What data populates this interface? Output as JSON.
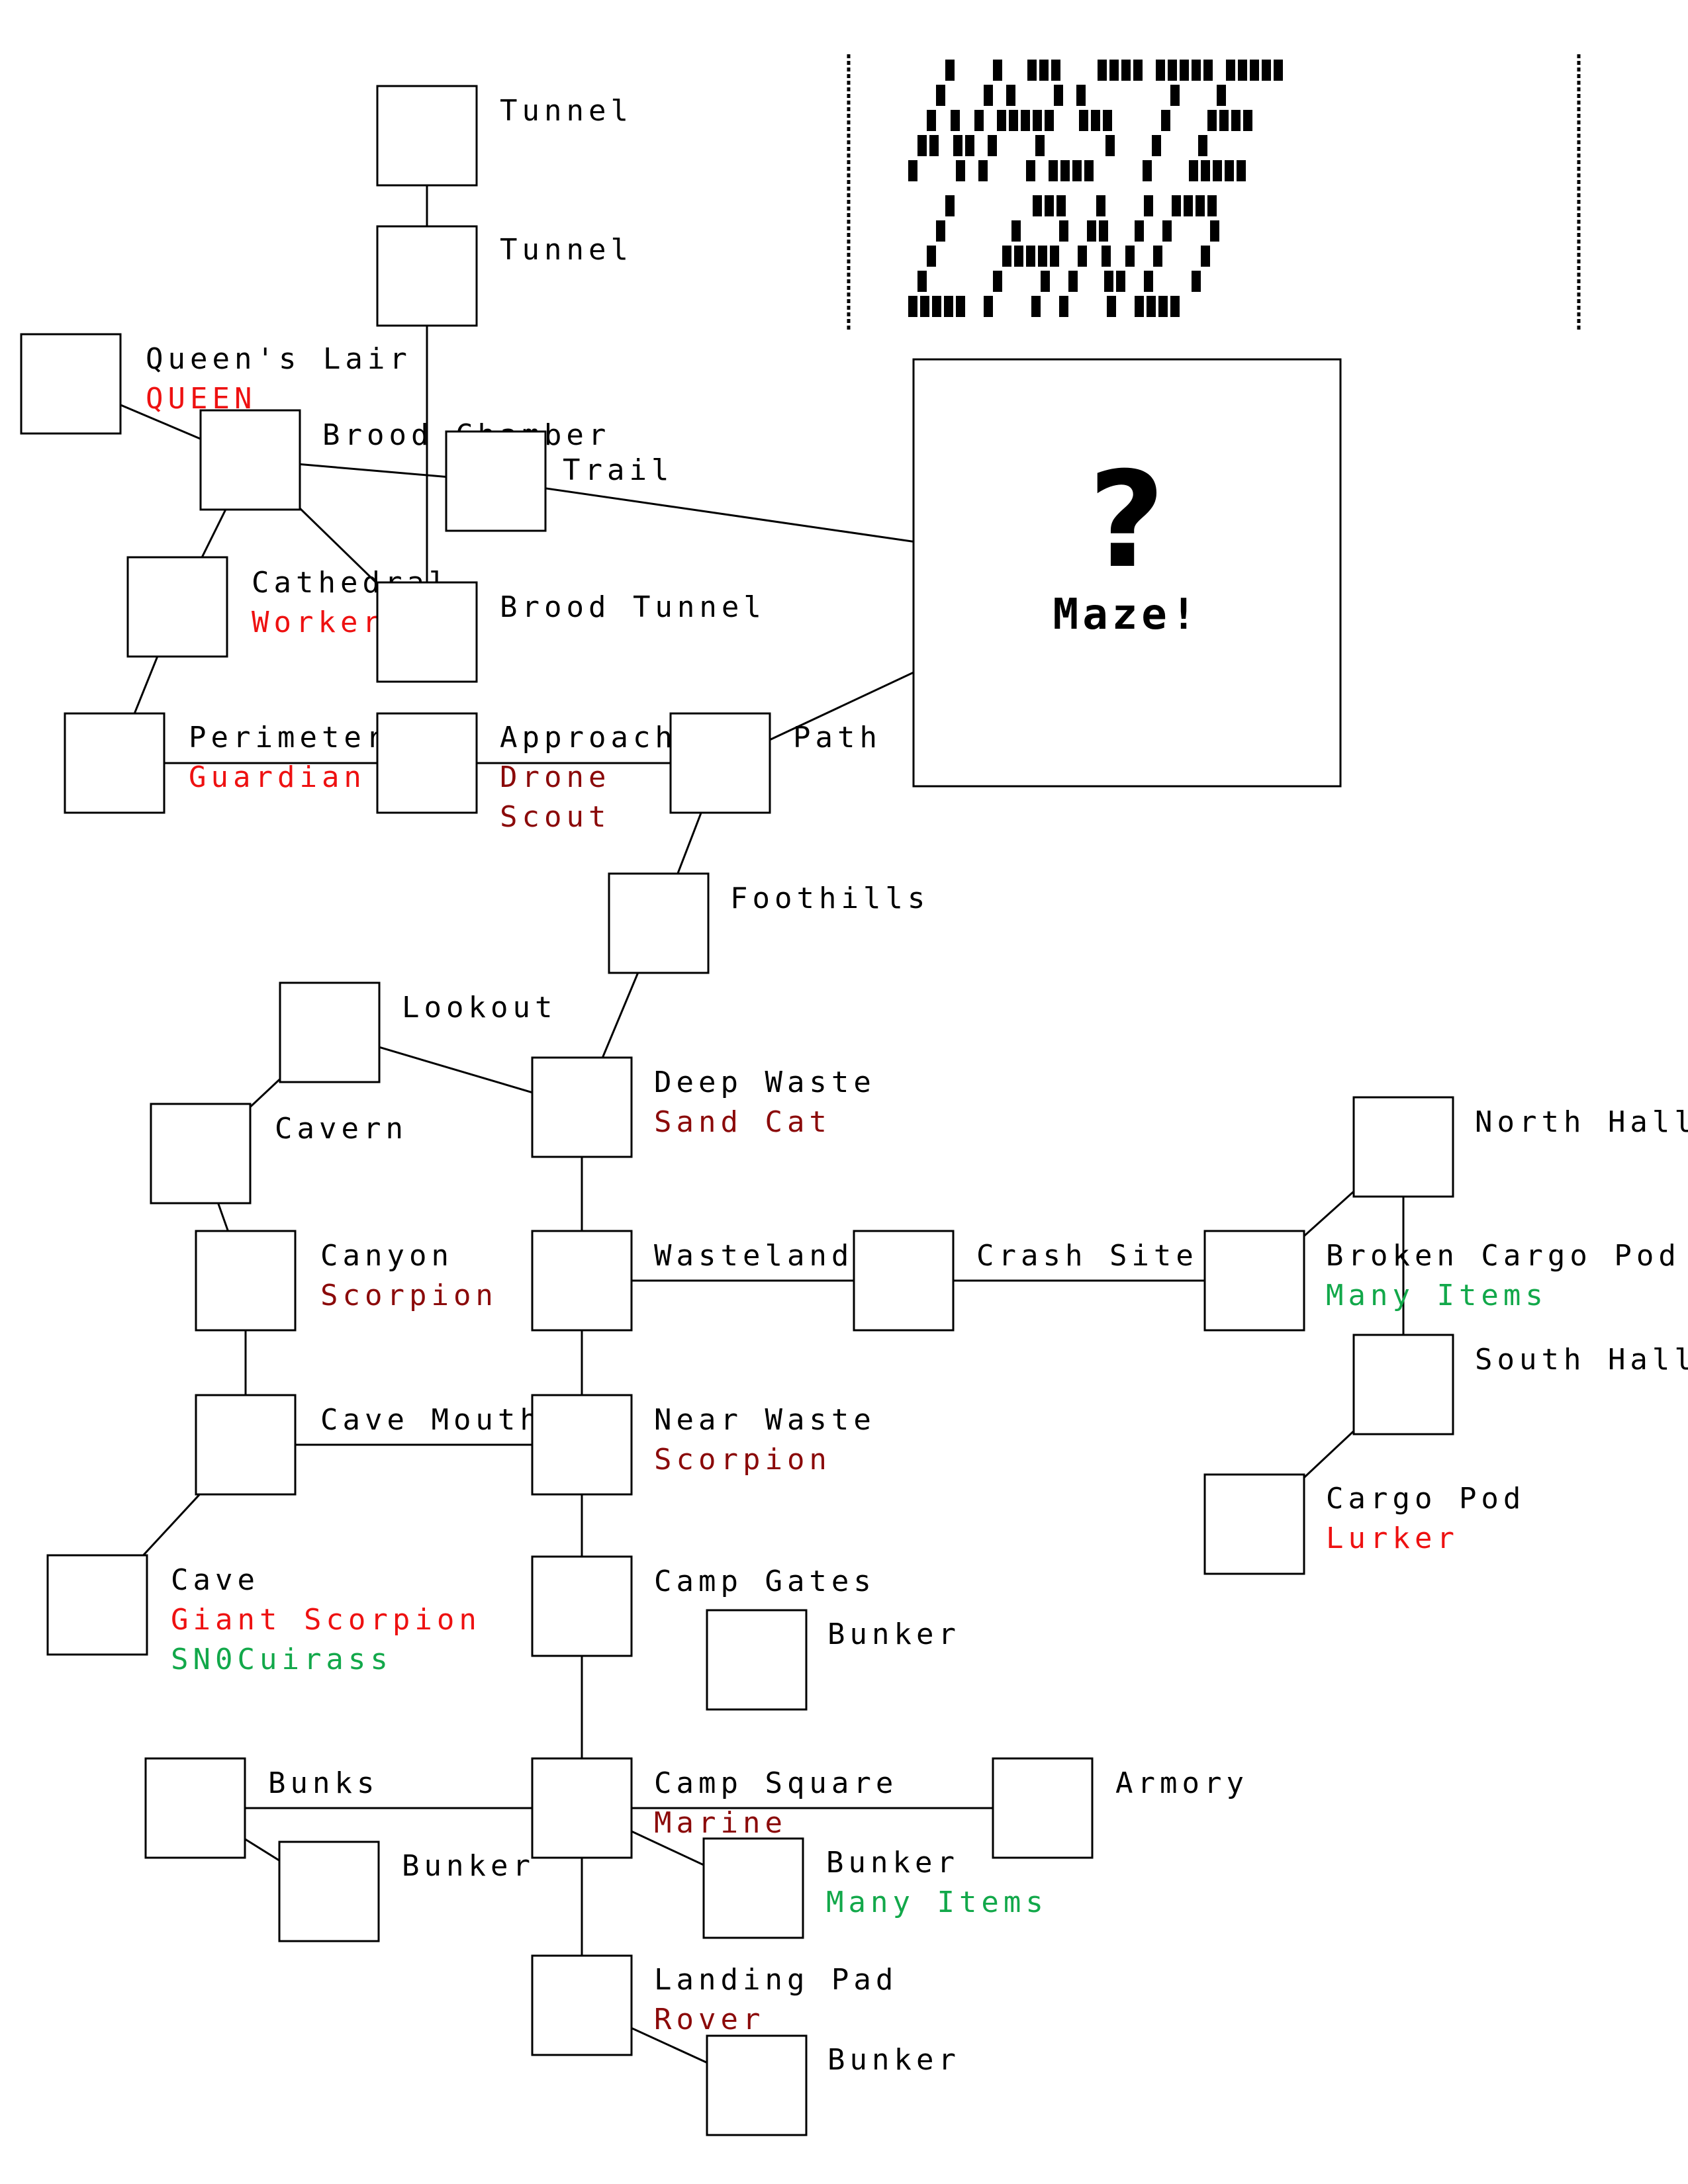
{
  "maze": {
    "label": "Maze!",
    "mark": "?"
  },
  "logo": {
    "alt": "WASTELAND"
  },
  "colors": {
    "text": "#000000",
    "enemy": "#ee1111",
    "npc": "#8b0a0a",
    "item": "#12a84a"
  },
  "rooms": [
    {
      "id": "tunnel-1",
      "name": "Tunnel",
      "extras": []
    },
    {
      "id": "tunnel-2",
      "name": "Tunnel",
      "extras": []
    },
    {
      "id": "queens-lair",
      "name": "Queen's Lair",
      "extras": [
        {
          "text": "QUEEN",
          "kind": "enemy"
        }
      ]
    },
    {
      "id": "brood-chamber",
      "name": "Brood Chamber",
      "extras": []
    },
    {
      "id": "trail",
      "name": "Trail",
      "extras": []
    },
    {
      "id": "cathedral",
      "name": "Cathedral",
      "extras": [
        {
          "text": "Worker",
          "kind": "enemy"
        }
      ]
    },
    {
      "id": "brood-tunnel",
      "name": "Brood Tunnel",
      "extras": []
    },
    {
      "id": "perimeter",
      "name": "Perimeter",
      "extras": [
        {
          "text": "Guardian",
          "kind": "enemy"
        }
      ]
    },
    {
      "id": "approach",
      "name": "Approach",
      "extras": [
        {
          "text": "Drone",
          "kind": "dark"
        },
        {
          "text": "Scout",
          "kind": "dark"
        }
      ]
    },
    {
      "id": "path",
      "name": "Path",
      "extras": []
    },
    {
      "id": "foothills",
      "name": "Foothills",
      "extras": []
    },
    {
      "id": "lookout",
      "name": "Lookout",
      "extras": []
    },
    {
      "id": "cavern",
      "name": "Cavern",
      "extras": []
    },
    {
      "id": "deep-waste",
      "name": "Deep Waste",
      "extras": [
        {
          "text": "Sand Cat",
          "kind": "dark"
        }
      ]
    },
    {
      "id": "canyon",
      "name": "Canyon",
      "extras": [
        {
          "text": "Scorpion",
          "kind": "dark"
        }
      ]
    },
    {
      "id": "wasteland",
      "name": "Wasteland",
      "extras": []
    },
    {
      "id": "crash-site",
      "name": "Crash Site",
      "extras": []
    },
    {
      "id": "broken-cargo-pod",
      "name": "Broken Cargo Pod",
      "extras": [
        {
          "text": "Many Items",
          "kind": "item"
        }
      ]
    },
    {
      "id": "north-hall",
      "name": "North Hall",
      "extras": []
    },
    {
      "id": "south-hall",
      "name": "South Hall",
      "extras": []
    },
    {
      "id": "cargo-pod",
      "name": "Cargo Pod",
      "extras": [
        {
          "text": "Lurker",
          "kind": "enemy"
        }
      ]
    },
    {
      "id": "cave-mouth",
      "name": "Cave Mouth",
      "extras": []
    },
    {
      "id": "near-waste",
      "name": "Near Waste",
      "extras": [
        {
          "text": "Scorpion",
          "kind": "dark"
        }
      ]
    },
    {
      "id": "cave",
      "name": "Cave",
      "extras": [
        {
          "text": "Giant Scorpion",
          "kind": "enemy"
        },
        {
          "text": "SN0Cuirass",
          "kind": "item"
        }
      ]
    },
    {
      "id": "camp-gates",
      "name": "Camp Gates",
      "extras": []
    },
    {
      "id": "bunker-gates",
      "name": "Bunker",
      "extras": []
    },
    {
      "id": "bunks",
      "name": "Bunks",
      "extras": []
    },
    {
      "id": "bunker-bunks",
      "name": "Bunker",
      "extras": []
    },
    {
      "id": "camp-square",
      "name": "Camp Square",
      "extras": [
        {
          "text": "Marine",
          "kind": "dark"
        }
      ]
    },
    {
      "id": "armory",
      "name": "Armory",
      "extras": []
    },
    {
      "id": "bunker-items",
      "name": "Bunker",
      "extras": [
        {
          "text": "Many Items",
          "kind": "item"
        }
      ]
    },
    {
      "id": "landing-pad",
      "name": "Landing Pad",
      "extras": [
        {
          "text": "Rover",
          "kind": "dark"
        }
      ]
    },
    {
      "id": "bunker-pad",
      "name": "Bunker",
      "extras": []
    }
  ],
  "connections": [
    [
      "tunnel-1",
      "tunnel-2"
    ],
    [
      "tunnel-2",
      "brood-tunnel"
    ],
    [
      "queens-lair",
      "brood-chamber"
    ],
    [
      "brood-chamber",
      "trail"
    ],
    [
      "brood-chamber",
      "cathedral"
    ],
    [
      "brood-chamber",
      "brood-tunnel"
    ],
    [
      "trail",
      "maze"
    ],
    [
      "cathedral",
      "perimeter"
    ],
    [
      "perimeter",
      "approach"
    ],
    [
      "approach",
      "path"
    ],
    [
      "path",
      "maze"
    ],
    [
      "path",
      "foothills"
    ],
    [
      "foothills",
      "deep-waste"
    ],
    [
      "lookout",
      "deep-waste"
    ],
    [
      "lookout",
      "cavern"
    ],
    [
      "cavern",
      "canyon"
    ],
    [
      "deep-waste",
      "wasteland"
    ],
    [
      "canyon",
      "cave-mouth"
    ],
    [
      "wasteland",
      "crash-site"
    ],
    [
      "crash-site",
      "broken-cargo-pod"
    ],
    [
      "broken-cargo-pod",
      "north-hall"
    ],
    [
      "north-hall",
      "south-hall"
    ],
    [
      "south-hall",
      "cargo-pod"
    ],
    [
      "wasteland",
      "near-waste"
    ],
    [
      "cave-mouth",
      "near-waste"
    ],
    [
      "cave-mouth",
      "cave"
    ],
    [
      "near-waste",
      "camp-gates"
    ],
    [
      "camp-gates",
      "camp-square"
    ],
    [
      "bunks",
      "camp-square"
    ],
    [
      "bunks",
      "bunker-bunks"
    ],
    [
      "camp-square",
      "armory"
    ],
    [
      "camp-square",
      "bunker-items"
    ],
    [
      "camp-square",
      "landing-pad"
    ],
    [
      "landing-pad",
      "bunker-pad"
    ]
  ]
}
